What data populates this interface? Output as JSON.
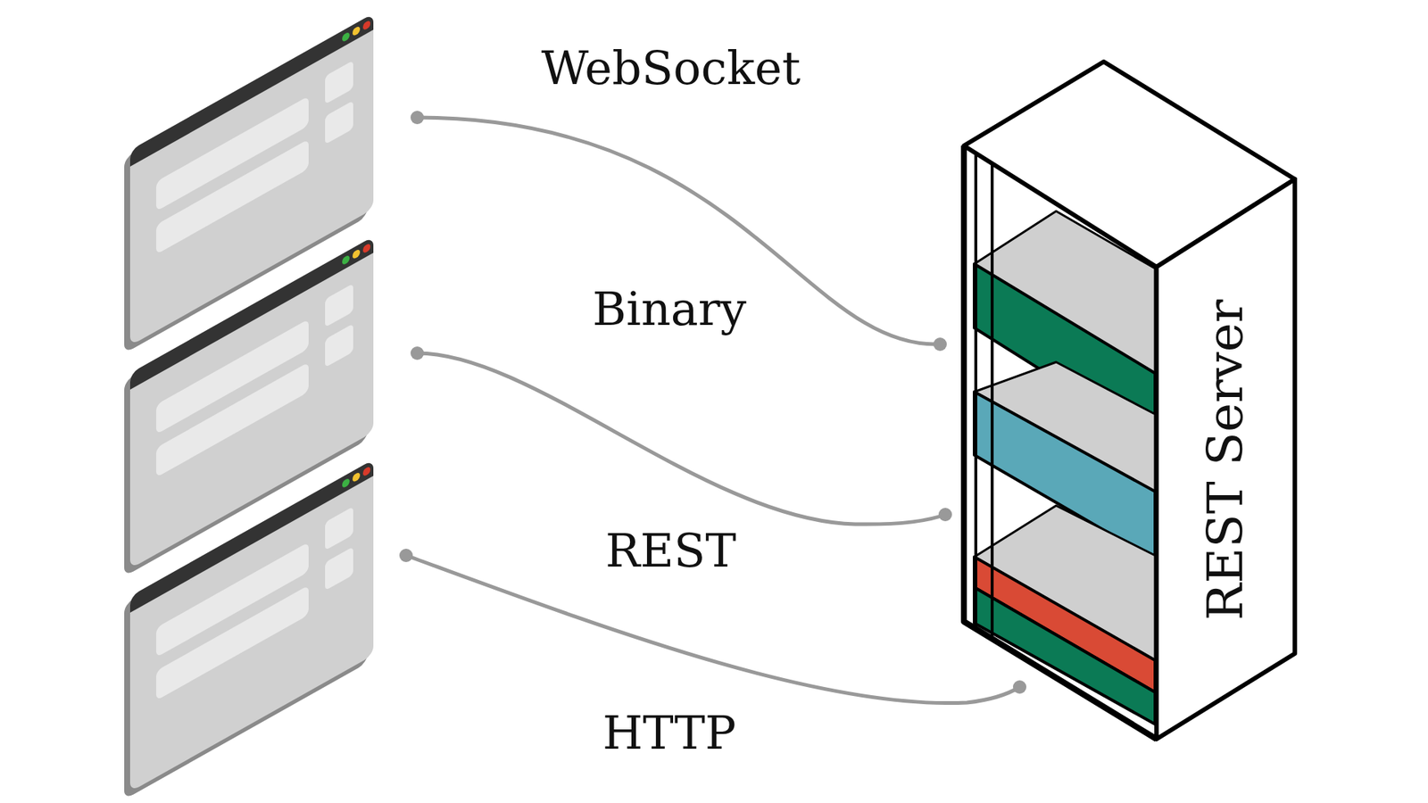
{
  "diagram": {
    "nodes": [
      {
        "text": [
          "REST Server"
        ]
      }
    ],
    "labels": [
      "WebSocket",
      "Binary",
      "REST",
      "HTTP"
    ]
  }
}
